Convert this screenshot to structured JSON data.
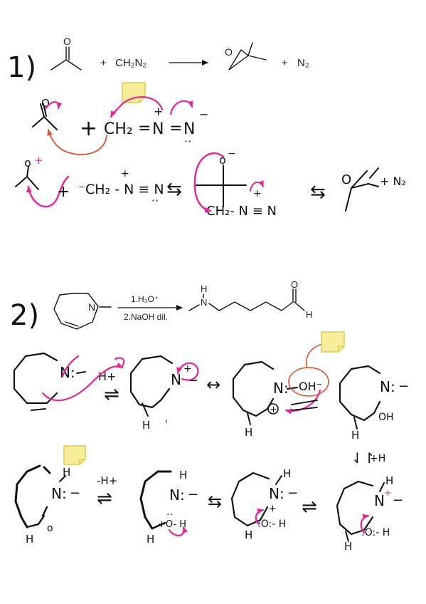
{
  "colors": {
    "ink": "#111111",
    "arrow_pink": "#e8239a",
    "arrow_orange": "#e0532b",
    "note_fill": "#f6ee9a",
    "note_border": "#e4c94a"
  },
  "icons": [
    "sticky-note-icon"
  ],
  "p1": {
    "num": "1)",
    "eq_plus1": "+",
    "eq_reagent": "CH₂N₂",
    "eq_plus2": "+",
    "eq_n2": "N₂",
    "s1_o": "O",
    "s1_plus": "+",
    "s1_ch2": "CH₂",
    "s1_eq1": "=",
    "s1_n1": "N",
    "s1_plus_charge": "+",
    "s1_eq2": "=",
    "s1_n2": "N",
    "s1_minus_charge": "−",
    "s1_lonepair": "··",
    "s2_o": "o",
    "s2_plus_charge": "+",
    "s2_plus": "+",
    "s2_ch2": "⁻CH₂ - N ≡ N",
    "s2_n_plus": "+",
    "s2_lonepair": "··",
    "s2_eq": "⇆",
    "s3_o": "o",
    "s3_minus": "−",
    "s3_ch2": "CH₂- N ≡ N",
    "s3_n_plus": "+",
    "s3_eq": "⇆",
    "s4_o": "O",
    "s4_n2": "+ N₂"
  },
  "p2": {
    "num": "2)",
    "n_ring": "N",
    "reagent1": "1.H₃O⁺",
    "reagent2": "2.NaOH dil.",
    "prod_h": "H",
    "prod_n": "N",
    "prod_o": "O",
    "prod_ald_h": "H",
    "r1_n": "N:",
    "r1_h_plus": "H+",
    "r1_eq": "⇌",
    "r2_n": "N",
    "r2_n_plus": "+",
    "r2_dash": "−",
    "r2_h": "H",
    "r2_tick": "'",
    "r2_res": "↔",
    "r3_n": "N:",
    "r3_plus_circ": "+",
    "r3_h": "H",
    "r3_oh": "OH⁻",
    "r4_n": "N:",
    "r4_dash": "−",
    "r4_oh": "OH",
    "r4_h": "H",
    "r4_eq": "⇃↾",
    "r4_plus_h": "+H",
    "r5_h": "H",
    "r5_n": "N:",
    "r5_dash": "−",
    "r5_o": "o",
    "r5_hb": "H",
    "r5_minus_h_plus": "-H+",
    "r5_eq": "⇌",
    "r6_h": "H",
    "r6_n": "N:",
    "r6_dash": "−",
    "r6_o": "+O- H",
    "r6_dots": "··",
    "r6_hb": "H",
    "r6_eq": "⇆",
    "r7_h": "H",
    "r7_n": "N:",
    "r7_dash": "−",
    "r7_plus": "+",
    "r7_o": ":O:- H",
    "r7_hb": "H",
    "r7_eq": "⇌",
    "r8_h": "H",
    "r8_n": "N",
    "r8_n_plus": "+",
    "r8_dash": "−",
    "r8_o": ":O:- H",
    "r8_hb": "H"
  }
}
